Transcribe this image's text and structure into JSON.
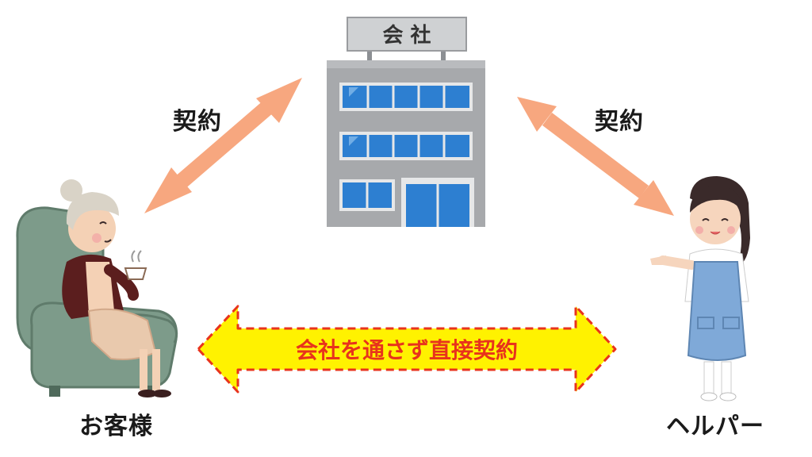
{
  "building": {
    "sign": "会 社"
  },
  "labels": {
    "left_contract": "契約",
    "right_contract": "契約",
    "customer": "お客様",
    "helper": "ヘルパー",
    "direct_contract": "会社を通さず直接契約"
  },
  "colors": {
    "contract_arrow": "#f7a77f",
    "direct_arrow_fill": "#fff200",
    "direct_arrow_border": "#e8331c",
    "direct_text": "#e8331c",
    "building_wall": "#a7a9ac",
    "window_blue": "#2d7fd1"
  }
}
